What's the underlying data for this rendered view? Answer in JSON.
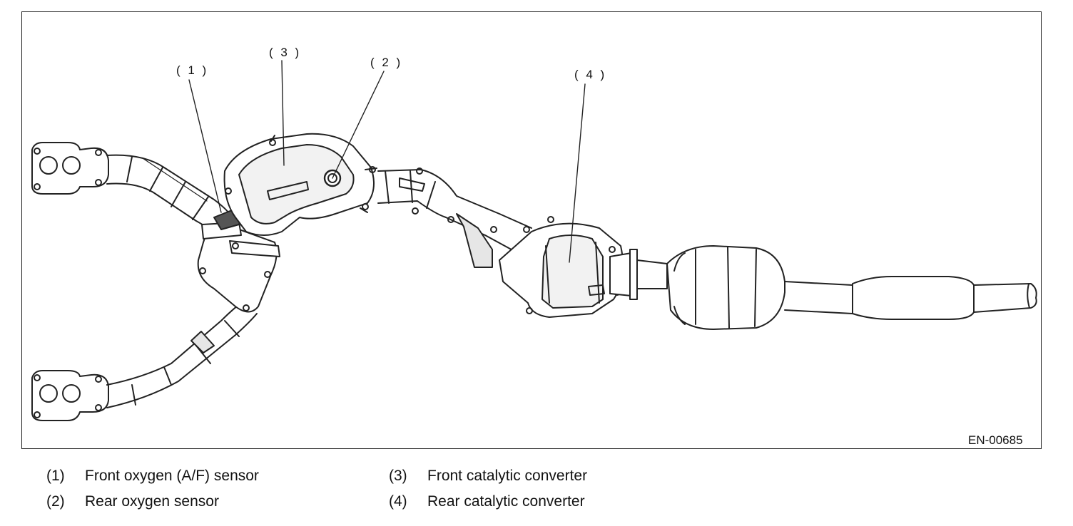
{
  "diagram": {
    "callouts": [
      {
        "id": "1",
        "label": "( 1 )"
      },
      {
        "id": "2",
        "label": "( 2 )"
      },
      {
        "id": "3",
        "label": "( 3 )"
      },
      {
        "id": "4",
        "label": "( 4 )"
      }
    ],
    "figure_code": "EN-00685"
  },
  "legend": [
    {
      "num": "(1)",
      "text": "Front oxygen (A/F) sensor"
    },
    {
      "num": "(2)",
      "text": "Rear oxygen sensor"
    },
    {
      "num": "(3)",
      "text": "Front catalytic converter"
    },
    {
      "num": "(4)",
      "text": "Rear catalytic converter"
    }
  ],
  "colors": {
    "line": "#222222",
    "background": "#ffffff",
    "shade": "#e6e6e6"
  }
}
